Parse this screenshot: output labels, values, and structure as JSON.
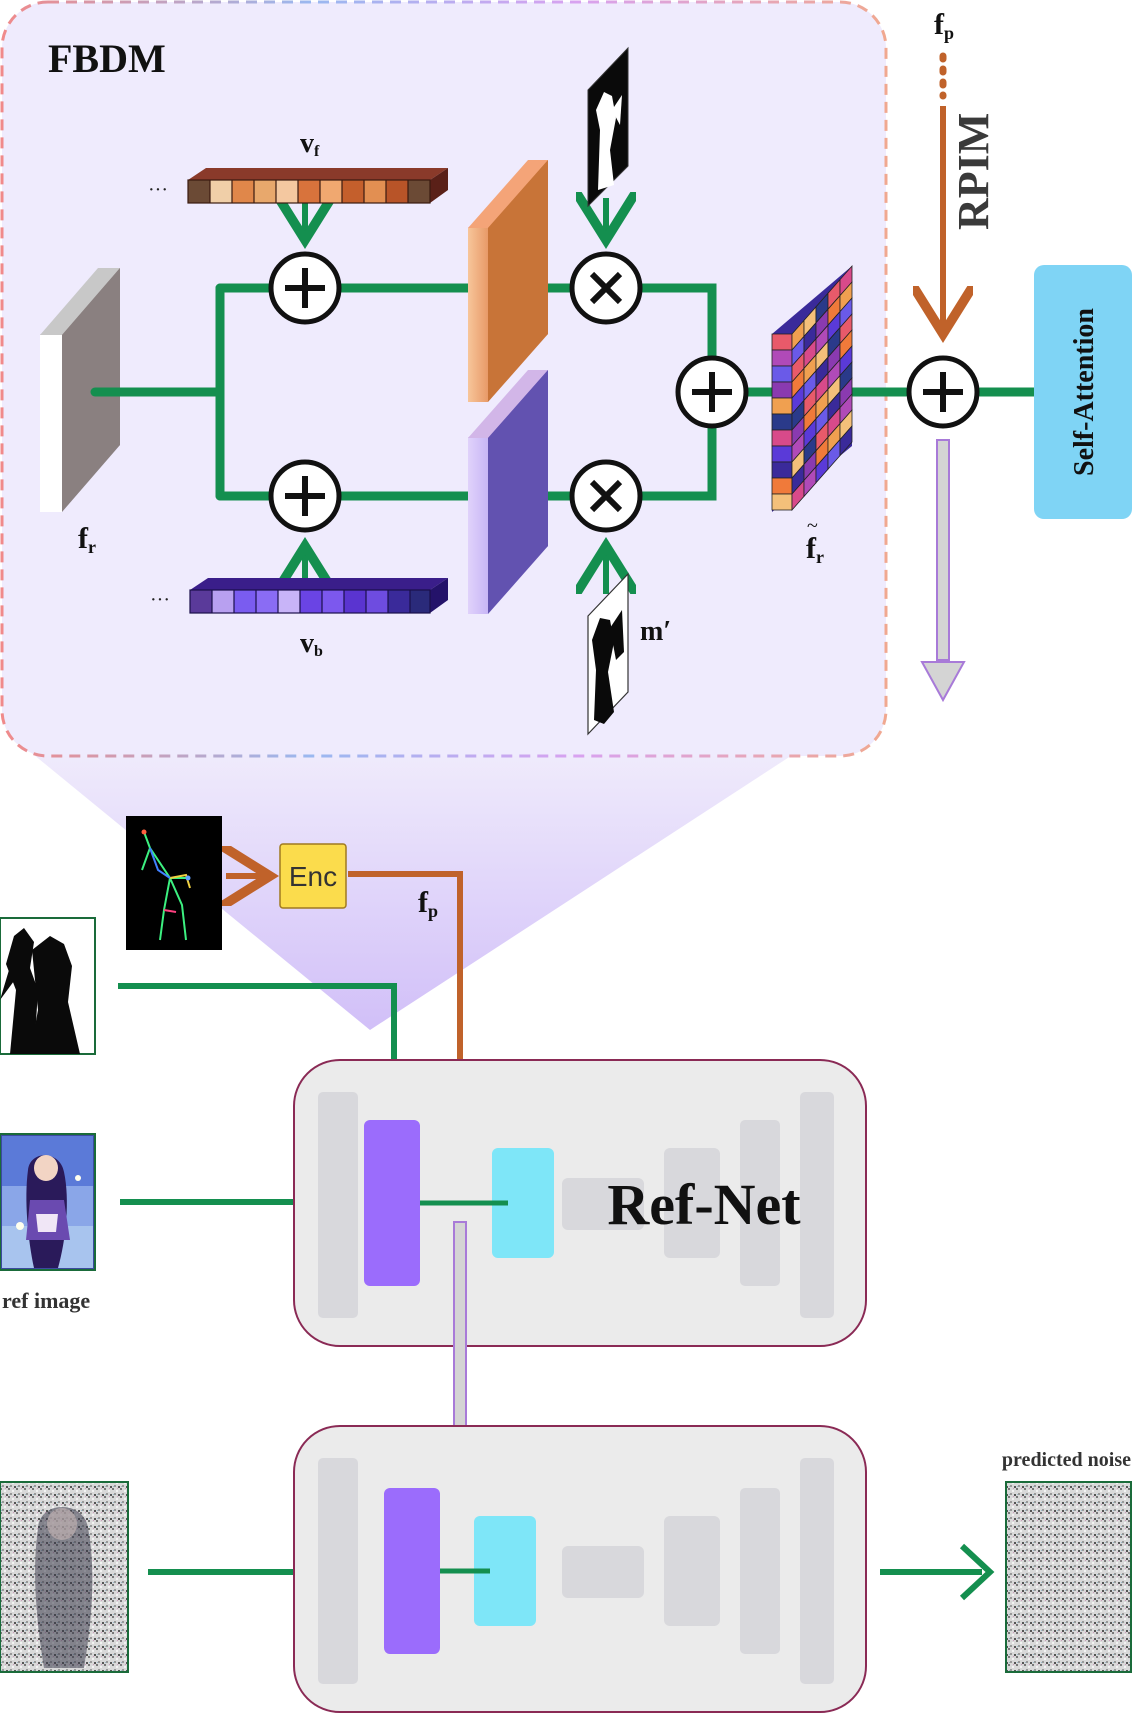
{
  "module": {
    "title": "FBDM",
    "f_r": "f",
    "f_r_sub": "r",
    "f_r_tilde": "f",
    "f_r_tilde_sub": "r",
    "v_f": "v",
    "v_f_sub": "f",
    "v_b": "v",
    "v_b_sub": "b",
    "m_prime": "m′",
    "ellipsis": "···"
  },
  "rpim": {
    "label": "RPIM",
    "f_p": "f",
    "f_p_sub": "p"
  },
  "self_attention": "Self-Attention",
  "encoder": {
    "label": "Enc",
    "f_p": "f",
    "f_p_sub": "p"
  },
  "ref_net": {
    "label": "Ref-Net"
  },
  "inputs": {
    "ref_image": "ref image"
  },
  "outputs": {
    "predicted_noise": "predicted noise"
  },
  "colors": {
    "green": "#148f4f",
    "orange": "#c0622a",
    "purple": "#9a6cff",
    "cyan": "#7ee4f8",
    "panel": "#efebfd",
    "unet_bg": "#ececec",
    "unet_border": "#8a2a55",
    "block_grey": "#d9d9dc"
  }
}
